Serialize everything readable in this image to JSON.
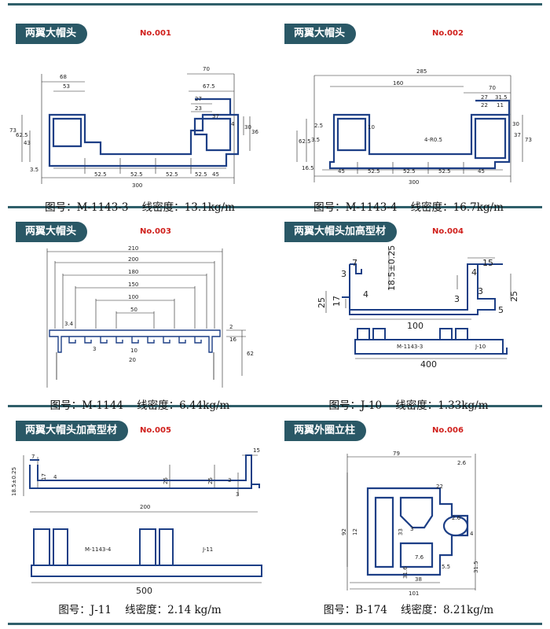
{
  "panels": [
    {
      "title": "两翼大帽头",
      "no": "No.001",
      "model": "M-1143-3",
      "density": "13.1kg/m",
      "dims": [
        "68",
        "53",
        "70",
        "67.5",
        "27",
        "23",
        "37",
        "4",
        "30",
        "36",
        "43",
        "62.5",
        "73",
        "3.5",
        "52.5",
        "52.5",
        "52.5",
        "52.5",
        "45",
        "300"
      ]
    },
    {
      "title": "两翼大帽头",
      "no": "No.002",
      "model": "M-1143-4",
      "density": "16.7kg/m",
      "dims": [
        "285",
        "160",
        "70",
        "27",
        "31.5",
        "22",
        "11",
        "30",
        "37",
        "73",
        "62.5",
        "2.5",
        "3.5",
        "10",
        "4-R0.5",
        "45",
        "52.5",
        "52.5",
        "52.5",
        "45",
        "300",
        "16.5"
      ]
    },
    {
      "title": "两翼大帽头",
      "no": "No.003",
      "model": "M-1144",
      "density": "6.44kg/m",
      "dims": [
        "210",
        "200",
        "180",
        "150",
        "100",
        "50",
        "3.4",
        "2",
        "16",
        "62",
        "20",
        "3",
        "10"
      ]
    },
    {
      "title": "两翼大帽头加高型材",
      "no": "No.004",
      "model": "J-10",
      "density": "1.33kg/m",
      "dims": [
        "18.5±0.25",
        "7",
        "3",
        "25",
        "17",
        "4",
        "3",
        "15",
        "4",
        "100",
        "25",
        "5",
        "3"
      ],
      "part_a": "M-1143-3",
      "part_b": "J-10",
      "overall": "400"
    },
    {
      "title": "两翼大帽头加高型材",
      "no": "No.005",
      "model": "J-11",
      "density": "2.14 kg/m",
      "dims": [
        "18.5±0.25",
        "7",
        "17",
        "4",
        "25",
        "25",
        "3",
        "3",
        "15",
        "200"
      ],
      "part_a": "M-1143-4",
      "part_b": "J-11",
      "overall": "500"
    },
    {
      "title": "两翼外圈立柱",
      "no": "No.006",
      "model": "B-174",
      "density": "8.21kg/m",
      "dims": [
        "2.6",
        "22",
        "12",
        "92",
        "33",
        "3",
        "7.6",
        "31.6",
        "2.6",
        "5.5",
        "31.5",
        "79",
        "101",
        "4",
        "38"
      ]
    }
  ],
  "labels": {
    "model_prefix": "图号：",
    "density_prefix": "线密度："
  }
}
